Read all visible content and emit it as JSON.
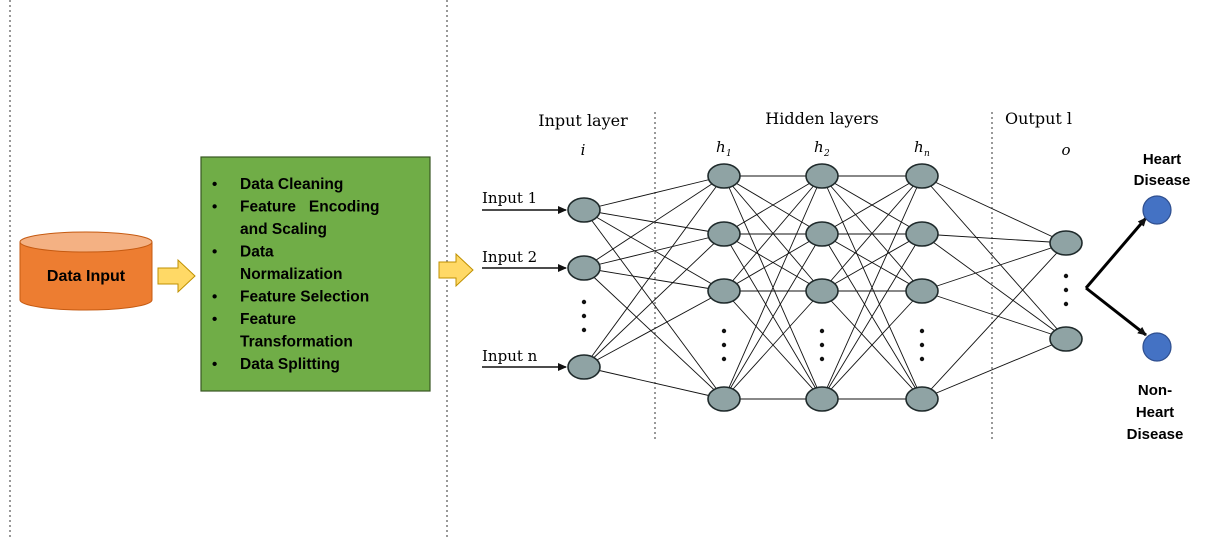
{
  "data_input": {
    "label": "Data Input",
    "fill": "#ed7d31"
  },
  "preprocessing": {
    "fill": "#70ad47",
    "items": [
      [
        "Data Cleaning"
      ],
      [
        "Feature   Encoding",
        "and Scaling"
      ],
      [
        "Data",
        "Normalization"
      ],
      [
        "Feature Selection"
      ],
      [
        "Feature",
        "Transformation"
      ],
      [
        "Data Splitting"
      ]
    ]
  },
  "arrow_color": "#ffd966",
  "network": {
    "input_layer_label": "Input layer",
    "input_layer_symbol": "i",
    "hidden_layers_label": "Hidden layers",
    "hidden_symbols": [
      "h1",
      "h2",
      "hn"
    ],
    "hidden_subscripts": [
      "1",
      "2",
      "n"
    ],
    "output_layer_label": "Output l",
    "output_symbol": "o",
    "inputs": [
      "Input 1",
      "Input 2",
      "Input n"
    ],
    "node_color": "#8fa3a4"
  },
  "outputs": {
    "heart": [
      "Heart",
      "Disease"
    ],
    "non_heart": [
      "Non-",
      "Heart",
      "Disease"
    ],
    "node_color": "#4472c4"
  }
}
